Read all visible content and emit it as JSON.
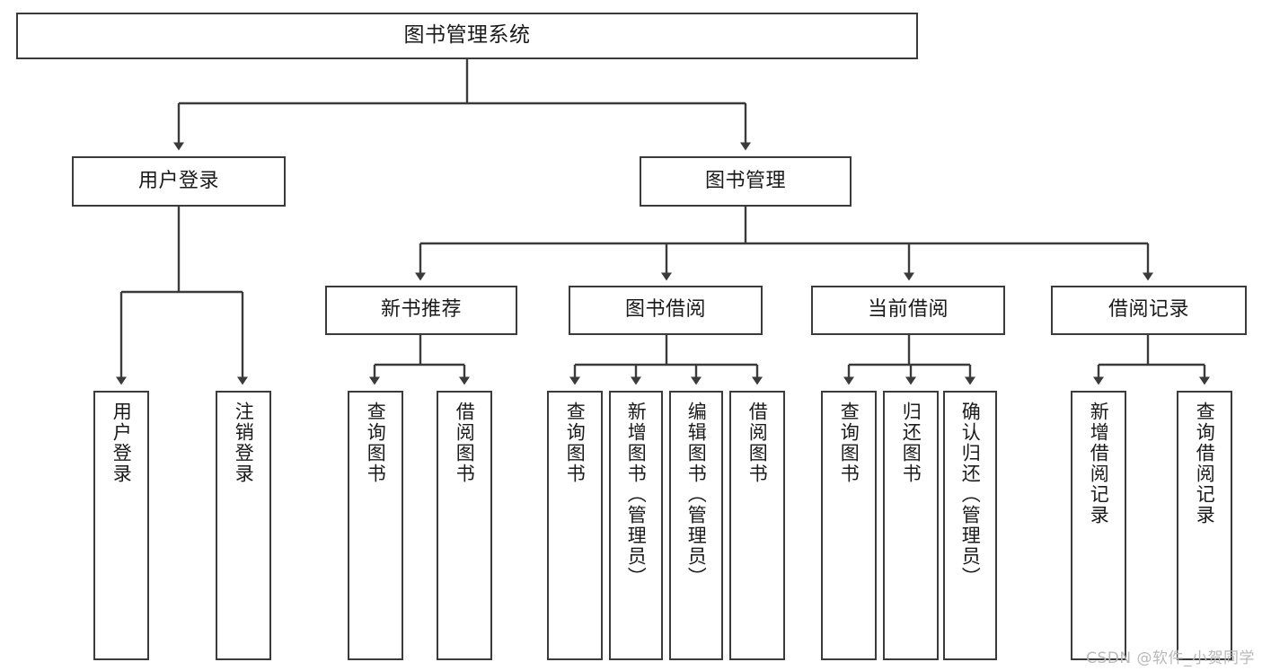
{
  "diagram": {
    "title": "图书管理系统",
    "type": "tree",
    "watermark": "CSDN @软件_小贺同学",
    "colors": {
      "stroke": "#3b3b3b",
      "fill": "#ffffff",
      "text": "#1a1a1a",
      "watermark": "#b9b9b9"
    },
    "root": {
      "label": "图书管理系统"
    },
    "level2": [
      {
        "id": "user-login",
        "label": "用户登录"
      },
      {
        "id": "book-manage",
        "label": "图书管理"
      }
    ],
    "level3": [
      {
        "id": "new-book-recommend",
        "label": "新书推荐"
      },
      {
        "id": "book-borrow",
        "label": "图书借阅"
      },
      {
        "id": "current-borrow",
        "label": "当前借阅"
      },
      {
        "id": "borrow-record",
        "label": "借阅记录"
      }
    ],
    "leaves": {
      "user_login": [
        {
          "id": "leaf-user-login",
          "label": "用户登录"
        },
        {
          "id": "leaf-logout",
          "label": "注销登录"
        }
      ],
      "new_book_recommend": [
        {
          "id": "leaf-query-book-1",
          "label": "查询图书"
        },
        {
          "id": "leaf-borrow-book-1",
          "label": "借阅图书"
        }
      ],
      "book_borrow": [
        {
          "id": "leaf-query-book-2",
          "label": "查询图书"
        },
        {
          "id": "leaf-add-book",
          "label": "新增图书（管理员）"
        },
        {
          "id": "leaf-edit-book",
          "label": "编辑图书（管理员）"
        },
        {
          "id": "leaf-borrow-book-2",
          "label": "借阅图书"
        }
      ],
      "current_borrow": [
        {
          "id": "leaf-query-book-3",
          "label": "查询图书"
        },
        {
          "id": "leaf-return-book",
          "label": "归还图书"
        },
        {
          "id": "leaf-confirm-return",
          "label": "确认归还（管理员）"
        }
      ],
      "borrow_record": [
        {
          "id": "leaf-add-record",
          "label": "新增借阅记录"
        },
        {
          "id": "leaf-query-record",
          "label": "查询借阅记录"
        }
      ]
    }
  }
}
